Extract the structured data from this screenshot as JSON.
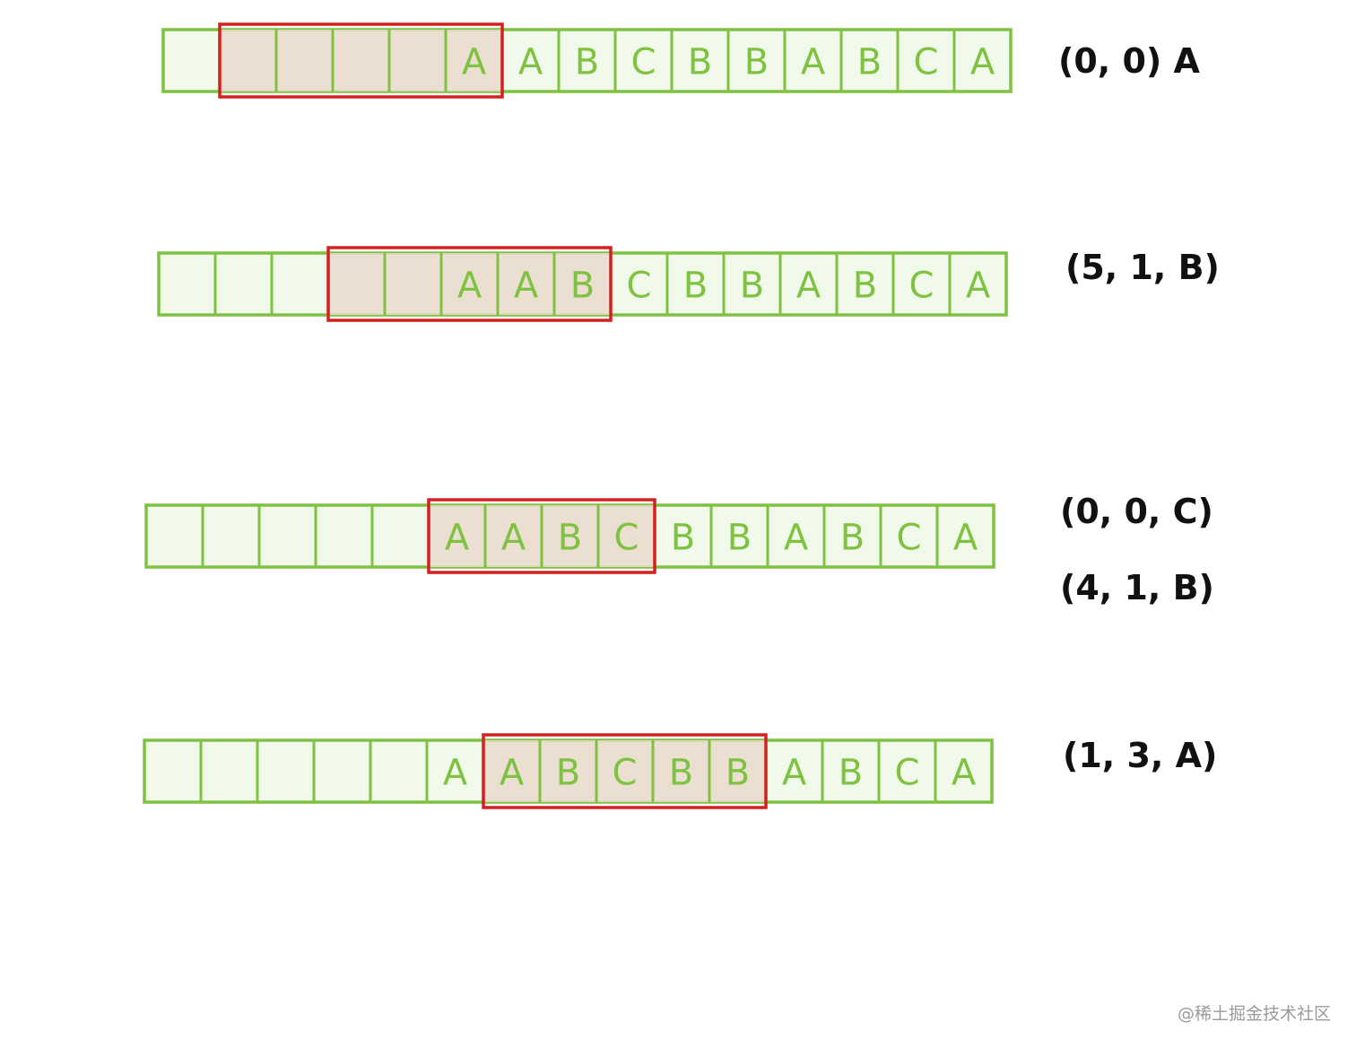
{
  "diagram": {
    "steps": [
      {
        "cells": [
          "",
          "",
          "",
          "",
          "",
          "A",
          "A",
          "B",
          "C",
          "B",
          "B",
          "A",
          "B",
          "C",
          "A"
        ],
        "window": [
          1,
          5
        ],
        "tuples": [
          "(0, 0) A"
        ]
      },
      {
        "cells": [
          "",
          "",
          "",
          "",
          "",
          "A",
          "A",
          "B",
          "C",
          "B",
          "B",
          "A",
          "B",
          "C",
          "A"
        ],
        "window": [
          3,
          7
        ],
        "tuples": [
          "(5, 1, B)"
        ]
      },
      {
        "cells": [
          "",
          "",
          "",
          "",
          "",
          "A",
          "A",
          "B",
          "C",
          "B",
          "B",
          "A",
          "B",
          "C",
          "A"
        ],
        "window": [
          5,
          8
        ],
        "tuples": [
          "(0, 0, C)",
          "(4, 1, B)"
        ]
      },
      {
        "cells": [
          "",
          "",
          "",
          "",
          "",
          "A",
          "A",
          "B",
          "C",
          "B",
          "B",
          "A",
          "B",
          "C",
          "A"
        ],
        "window": [
          6,
          10
        ],
        "tuples": [
          "(1, 3, A)"
        ]
      }
    ]
  },
  "watermark": "@稀土掘金技术社区",
  "colors": {
    "strip_fill": "#f1faea",
    "strip_stroke": "#7fc241",
    "letter": "#7fc241",
    "window_fill": "#ead9cc",
    "window_stroke": "#d42020"
  }
}
